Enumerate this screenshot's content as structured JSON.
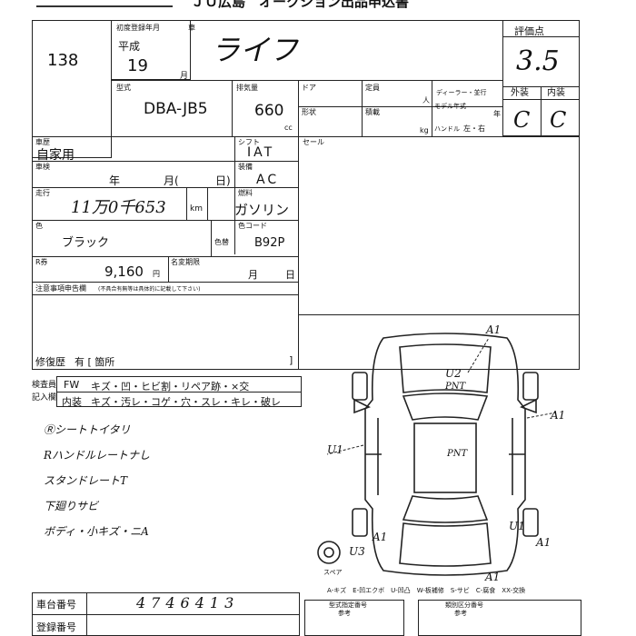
{
  "header": {
    "fragment": "ＪＵ広島　オークション出品申込書"
  },
  "lot": {
    "number": "138"
  },
  "reg": {
    "label": "初度登録年月",
    "era": "平成",
    "year": "19",
    "month_unit": "月",
    "car_label": "車",
    "car_name": "ライフ"
  },
  "grade": {
    "label": "評価点",
    "score": "3.5",
    "exterior_label": "外装",
    "interior_label": "内装",
    "exterior": "C",
    "interior": "C"
  },
  "model": {
    "label": "型式",
    "value": "DBA-JB5",
    "disp_label": "排気量",
    "disp_value": "660",
    "disp_unit": "cc",
    "door_label": "ドア",
    "capacity_label": "定員",
    "capacity_unit": "人",
    "dealer_label": "ディーラー・並行",
    "modelyear_label": "モデル年式",
    "modelyear_unit": "年",
    "shape_label": "形状",
    "load_label": "積載",
    "load_unit": "kg",
    "handle_label": "ハンドル",
    "handle_value": "左・右"
  },
  "usage": {
    "label": "車歴",
    "value": "自家用"
  },
  "shift": {
    "label": "シフト",
    "value": "IAT"
  },
  "sale": {
    "label": "セール"
  },
  "inspection": {
    "label": "車検",
    "year_unit": "年",
    "month_unit": "月(",
    "day_unit": "日)"
  },
  "ac": {
    "label": "装備",
    "value": "AC"
  },
  "mileage": {
    "label": "走行",
    "value": "11万0千653",
    "unit": "km"
  },
  "fuel": {
    "label": "燃料",
    "value": "ガソリン"
  },
  "color": {
    "label": "色",
    "value": "ブラック",
    "change_label": "色替",
    "code_label": "色コード",
    "code": "B92P"
  },
  "recycle": {
    "label": "R券",
    "value": "9,160",
    "unit": "円",
    "deadline_label": "名変期限",
    "month_unit": "月",
    "day_unit": "日"
  },
  "notes": {
    "label": "注意事項申告欄",
    "hint": "(不具合有無等は具体的に記載して下さい)"
  },
  "repair": {
    "label": "修復歴",
    "value": "有 [ 箇所",
    "close": "]"
  },
  "inspector": {
    "label": "検査員",
    "label2": "記入欄",
    "fw_label": "FW",
    "fw_items": "キズ・凹・ヒビ割・リペア跡・×交",
    "int_label": "内装",
    "int_items": "キズ・汚レ・コゲ・穴・スレ・キレ・破レ"
  },
  "handnotes": [
    "Ⓡシートトイタリ",
    "Rハンドルレートナし",
    "スタンドレートT",
    "下廻りサビ",
    "ボディ・小キズ・ニA"
  ],
  "damage_marks": {
    "a1_top": "A1",
    "u2": "U2",
    "paint_front": "PNT",
    "a1_side": "A1",
    "u1": "U1",
    "paint_roof": "PNT",
    "u3": "U3",
    "a1_left": "A1",
    "a1_right": "A1",
    "u1_bottom": "U1",
    "a1_rear": "A1",
    "spare": "スペア"
  },
  "legend": {
    "items": "A-キズ　E-凹エクボ　U-凹凸　W-板補修　S-サビ　C-腐食　XX-交換"
  },
  "chassis": {
    "label": "車台番号",
    "value": "4746413"
  },
  "regno": {
    "label": "登録番号"
  },
  "footer": {
    "model_label": "型式指定番号",
    "model_hint": "参考",
    "class_label": "類別区分番号",
    "class_hint": "参考"
  }
}
